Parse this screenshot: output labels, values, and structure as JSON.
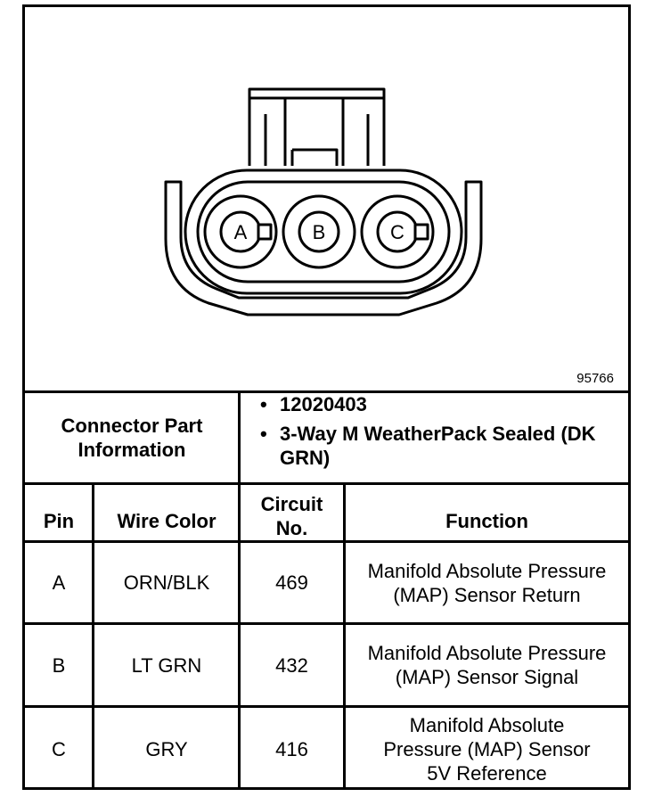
{
  "figure_id": "95766",
  "connector_diagram": {
    "pin_labels": [
      "A",
      "B",
      "C"
    ]
  },
  "connector_info": {
    "label": "Connector Part Information",
    "items": [
      "12020403",
      "3-Way M WeatherPack Sealed (DK GRN)"
    ]
  },
  "table": {
    "headers": {
      "pin": "Pin",
      "wire_color": "Wire Color",
      "circuit_no": "Circuit No.",
      "function": "Function"
    },
    "rows": [
      {
        "pin": "A",
        "wire_color": "ORN/BLK",
        "circuit": "469",
        "function": "Manifold Absolute Pressure (MAP) Sensor Return"
      },
      {
        "pin": "B",
        "wire_color": "LT GRN",
        "circuit": "432",
        "function": "Manifold Absolute Pressure (MAP) Sensor Signal"
      },
      {
        "pin": "C",
        "wire_color": "GRY",
        "circuit": "416",
        "function": "Manifold Absolute Pressure (MAP) Sensor 5V Reference"
      }
    ]
  }
}
